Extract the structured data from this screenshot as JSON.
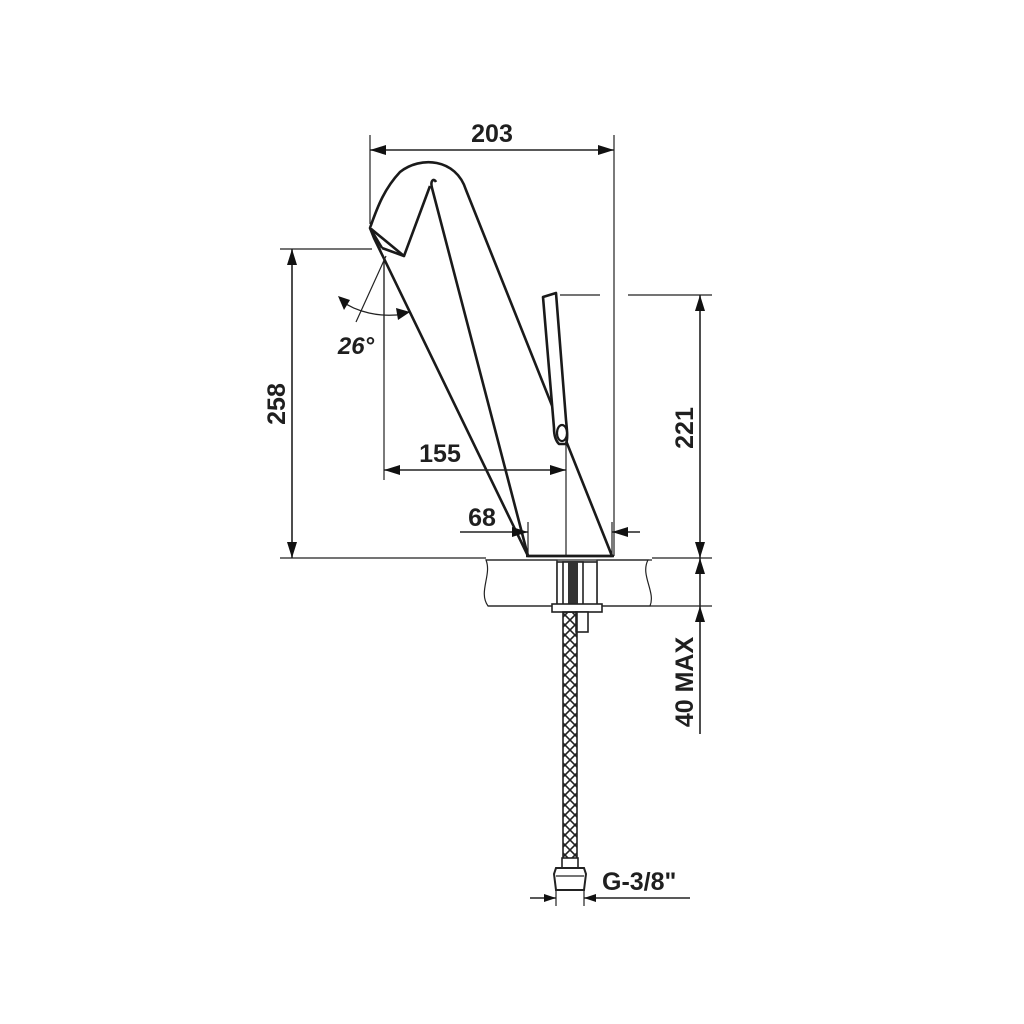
{
  "dimensions": {
    "overall_width": "203",
    "spout_height": "258",
    "spout_reach": "155",
    "base_diameter": "68",
    "lever_height": "221",
    "max_deck_thickness": "40 MAX",
    "spout_angle": "26°",
    "connection": "G-3/8\""
  }
}
